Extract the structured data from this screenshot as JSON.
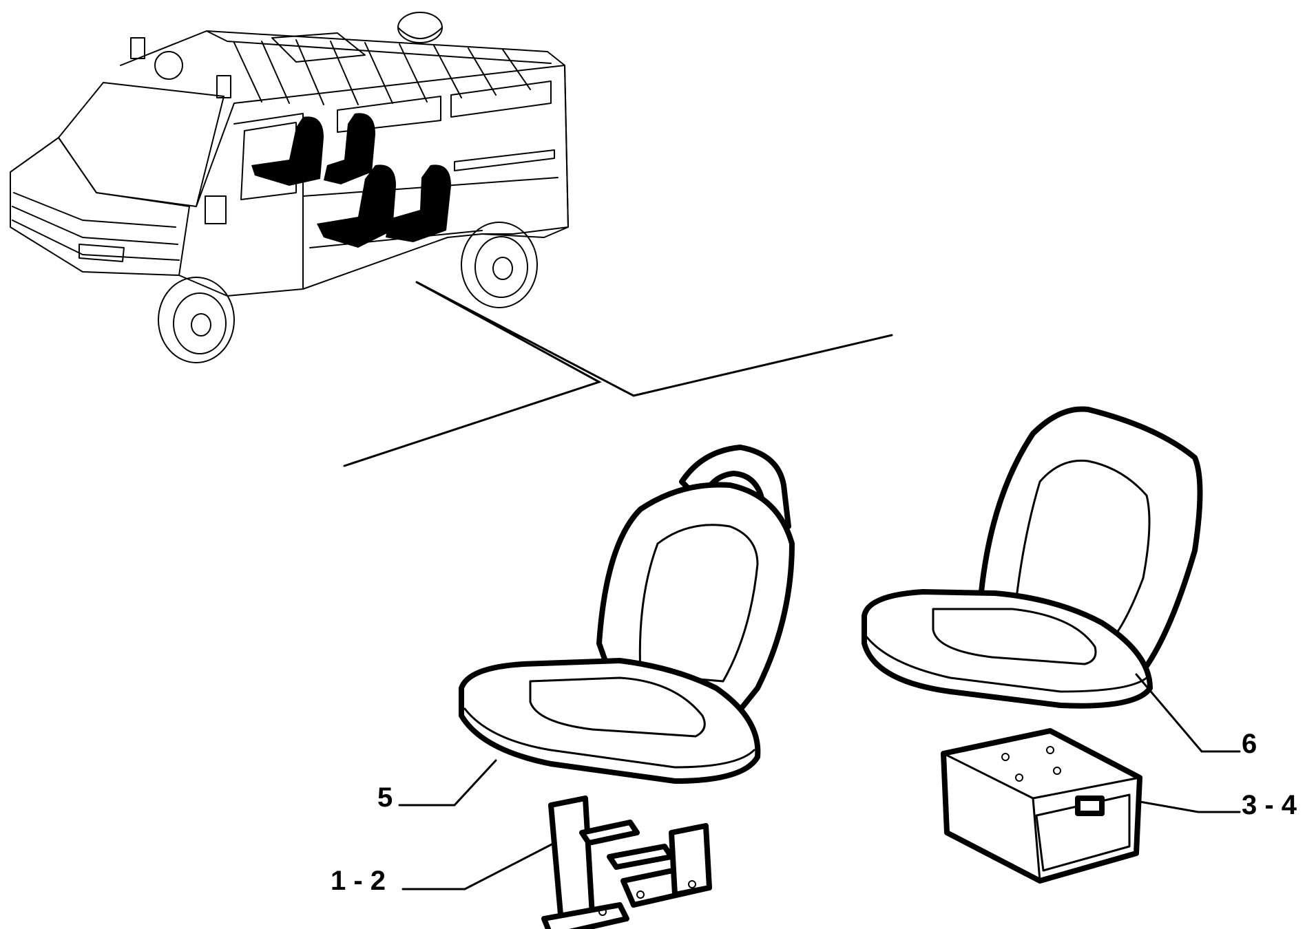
{
  "labels": {
    "seat_left": "5",
    "seat_right": "6",
    "bracket": "1 - 2",
    "box": "3 - 4"
  }
}
